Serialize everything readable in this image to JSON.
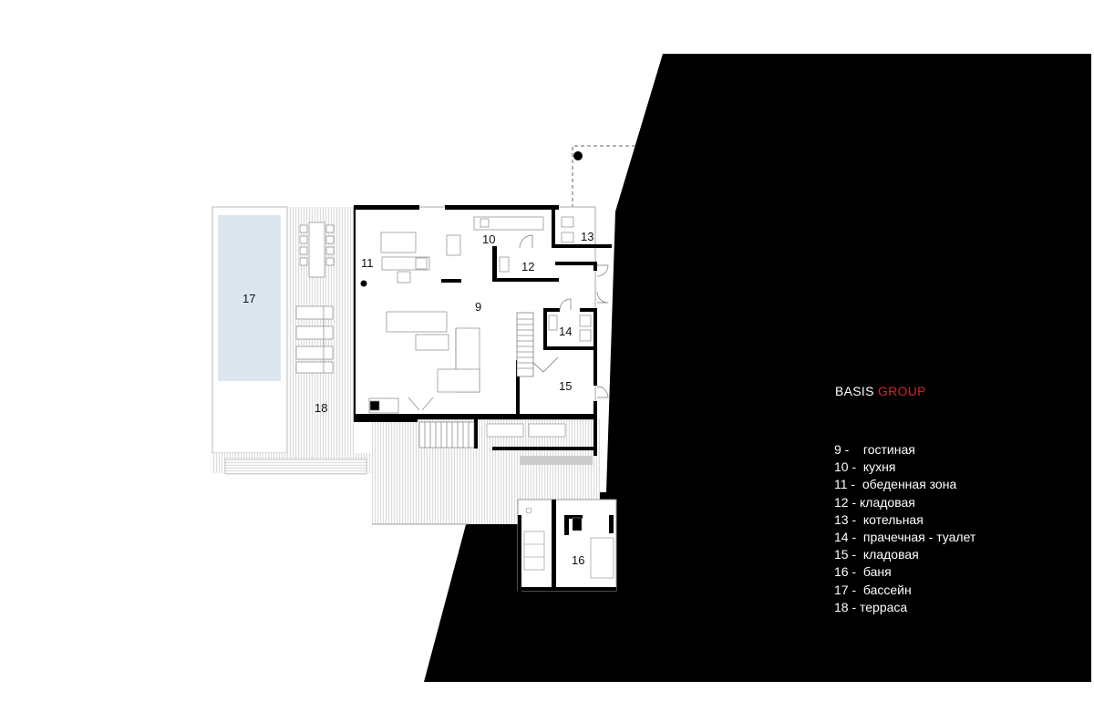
{
  "brand": {
    "word1": "BASIS",
    "word2": "GROUP",
    "accent_color": "#d0262b"
  },
  "rooms": [
    {
      "num": "9"
    },
    {
      "num": "10"
    },
    {
      "num": "11"
    },
    {
      "num": "12"
    },
    {
      "num": "13"
    },
    {
      "num": "14"
    },
    {
      "num": "15"
    },
    {
      "num": "16"
    },
    {
      "num": "17"
    },
    {
      "num": "18"
    }
  ],
  "legend": [
    "9 -    гостиная",
    "10 -  кухня",
    "11 -  обеденная зона",
    "12 - кладовая",
    "13 -  котельная",
    "14 -  прачечная - туалет",
    "15 -  кладовая",
    "16 -  баня",
    "17 -  бассейн",
    "18 - терраса"
  ],
  "colors": {
    "background": "#ffffff",
    "terrain": "#000000",
    "pool": "#dbe6ef",
    "deck": "#e6e6e6"
  }
}
